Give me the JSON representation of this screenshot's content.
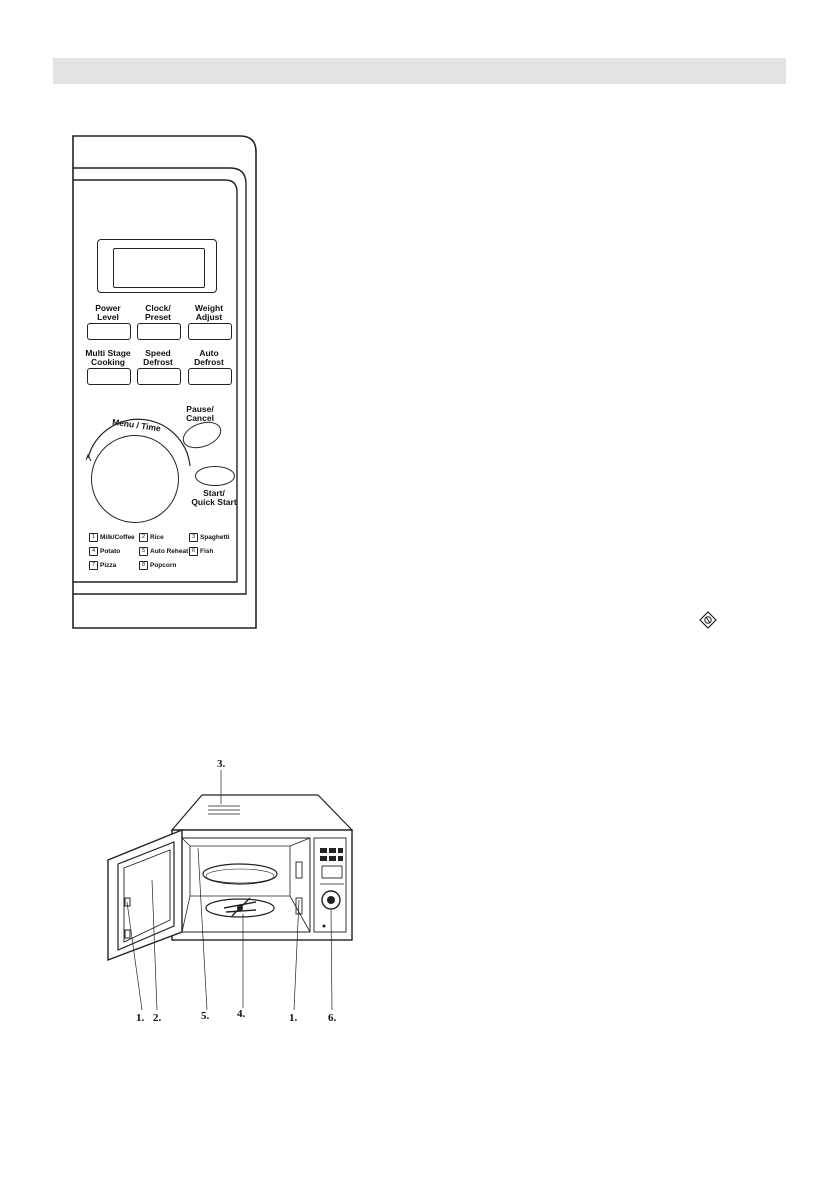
{
  "panel": {
    "buttons": [
      {
        "label": "Power\nLevel"
      },
      {
        "label": "Clock/\nPreset"
      },
      {
        "label": "Weight\nAdjust"
      },
      {
        "label": "Multi Stage\nCooking"
      },
      {
        "label": "Speed\nDefrost"
      },
      {
        "label": "Auto\nDefrost"
      }
    ],
    "pause_label": "Pause/\nCancel",
    "dial_label": "Menu / Time",
    "start_label": "Start/\nQuick Start",
    "menu_items": [
      {
        "num": "1",
        "label": "Milk/Coffee"
      },
      {
        "num": "2",
        "label": "Rice"
      },
      {
        "num": "3",
        "label": "Spaghetti"
      },
      {
        "num": "4",
        "label": "Potato"
      },
      {
        "num": "5",
        "label": "Auto Reheat"
      },
      {
        "num": "6",
        "label": "Fish"
      },
      {
        "num": "7",
        "label": "Pizza"
      },
      {
        "num": "8",
        "label": "Popcorn"
      }
    ]
  },
  "oven": {
    "callouts": {
      "c3": "3.",
      "c1a": "1.",
      "c2": "2.",
      "c5": "5.",
      "c4": "4.",
      "c1b": "1.",
      "c6": "6."
    }
  },
  "icons": [
    "ce-mark-icon"
  ]
}
